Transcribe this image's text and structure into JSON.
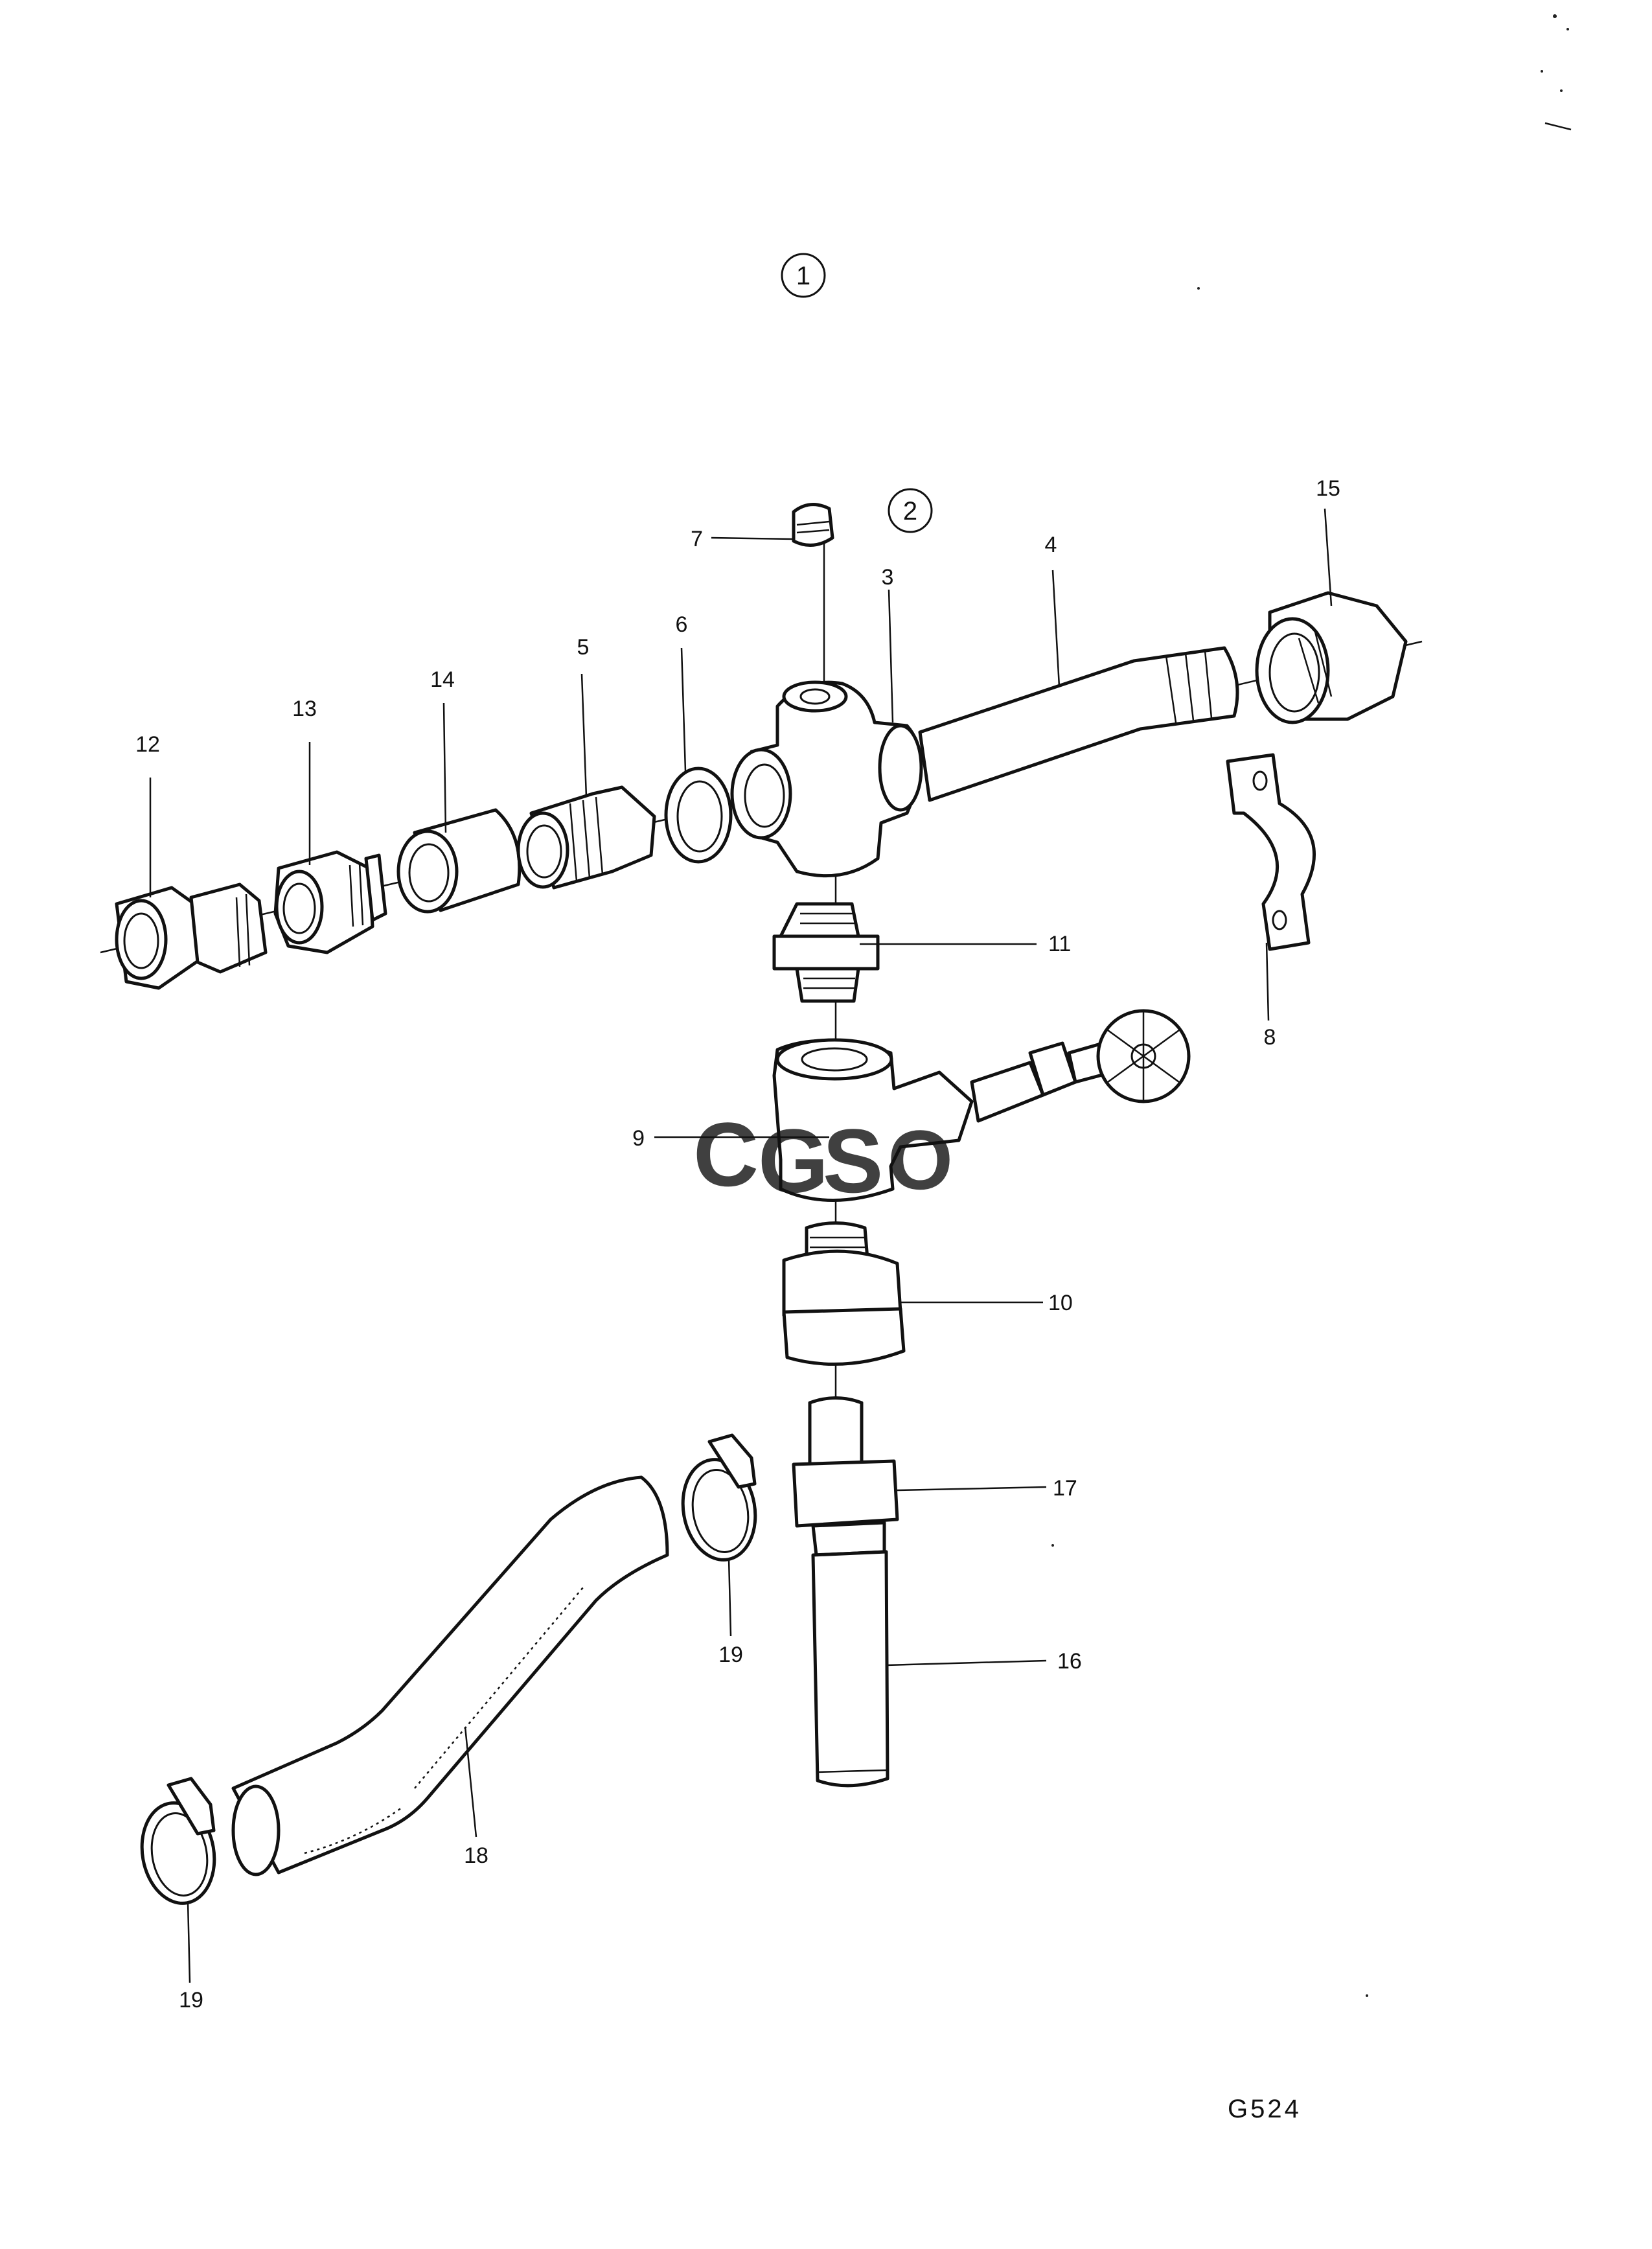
{
  "diagram": {
    "drawing_number": "G524",
    "group_markers": [
      "1",
      "2"
    ],
    "watermark": {
      "text": "CGSO",
      "colors": [
        "#4f8fe8",
        "#e85a4f",
        "#f2c230",
        "#3fae5a"
      ]
    },
    "callouts": [
      "1",
      "2",
      "3",
      "4",
      "5",
      "6",
      "7",
      "8",
      "9",
      "10",
      "11",
      "12",
      "13",
      "14",
      "15",
      "16",
      "17",
      "18",
      "19",
      "19"
    ]
  }
}
